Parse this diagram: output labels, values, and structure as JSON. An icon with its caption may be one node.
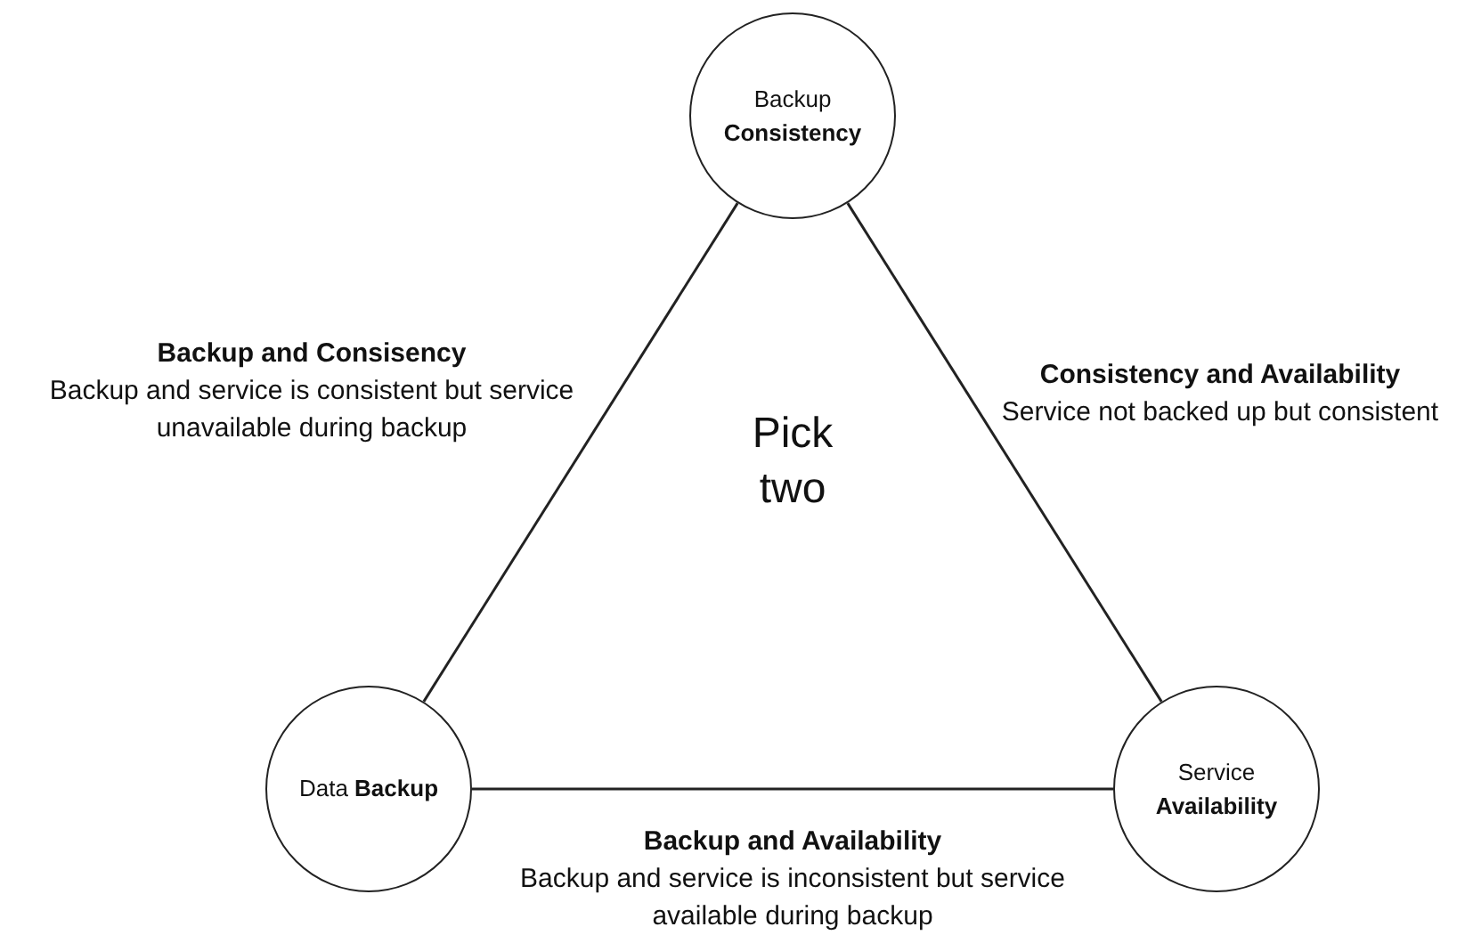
{
  "diagram": {
    "nodes": [
      {
        "text": [
          "Backup **Consistency**"
        ]
      },
      {
        "text": [
          "Data **Backup**"
        ]
      },
      {
        "text": [
          "Service **Availability**"
        ]
      }
    ],
    "edges": [
      {
        "from": 0,
        "to": 1,
        "arrow": "none",
        "label": "**Backup and Consisency** Backup and service  is consistent but service unavailable during backup"
      },
      {
        "from": 0,
        "to": 2,
        "arrow": "none",
        "label": "**Consistency and Availability** Service not backed up but consistent"
      },
      {
        "from": 1,
        "to": 2,
        "arrow": "none",
        "label": "**Backup and Availability** Backup and service is inconsistent but service available during backup"
      }
    ],
    "labels": [
      "Pick two"
    ]
  }
}
